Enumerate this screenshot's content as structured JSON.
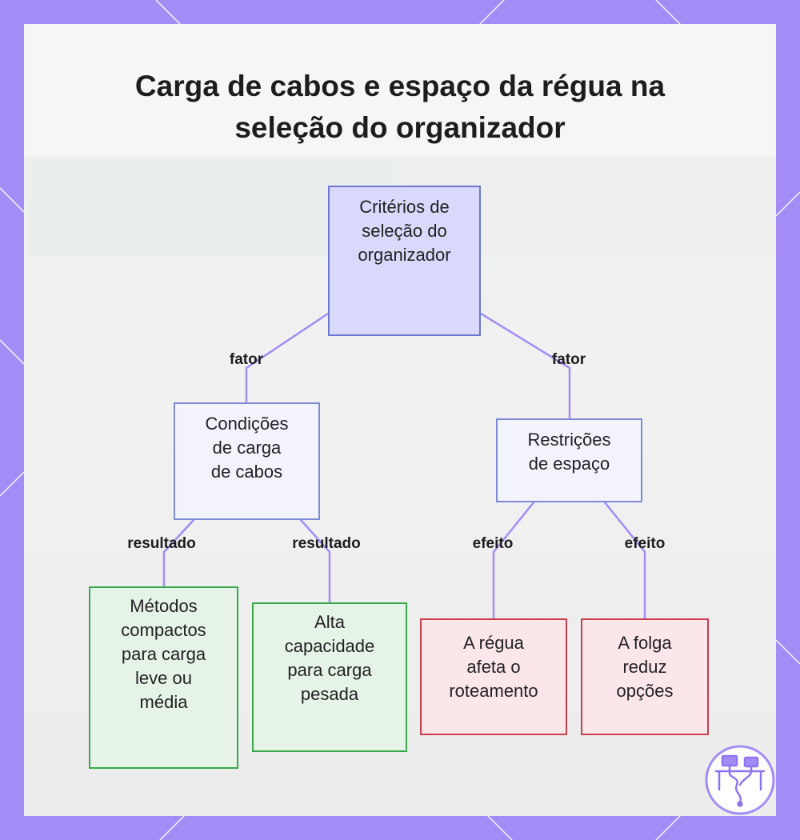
{
  "title": {
    "line1": "Carga de cabos e espaço da régua na",
    "line2": "seleção do organizador"
  },
  "nodes": {
    "root": [
      "Critérios de",
      "seleção do",
      "organizador"
    ],
    "load": [
      "Condições",
      "de carga",
      "de cabos"
    ],
    "space": [
      "Restrições",
      "de espaço"
    ],
    "compact": [
      "Métodos",
      "compactos",
      "para carga",
      "leve ou",
      "média"
    ],
    "capacity": [
      "Alta",
      "capacidade",
      "para carga",
      "pesada"
    ],
    "routing": [
      "A régua",
      "afeta o",
      "roteamento"
    ],
    "clearance": [
      "A folga",
      "reduz",
      "opções"
    ]
  },
  "edge_labels": {
    "fator_left": "fator",
    "fator_right": "fator",
    "resultado_left": "resultado",
    "resultado_right": "resultado",
    "efeito_left": "efeito",
    "efeito_right": "efeito"
  },
  "colors": {
    "frame": "#a48cf7",
    "edge": "#a48cf7",
    "root_fill": "#d8d9fb",
    "green_border": "#3aa84c",
    "red_border": "#cc3d4f"
  },
  "icons": {
    "logo": "desk-computer-logo-icon"
  }
}
